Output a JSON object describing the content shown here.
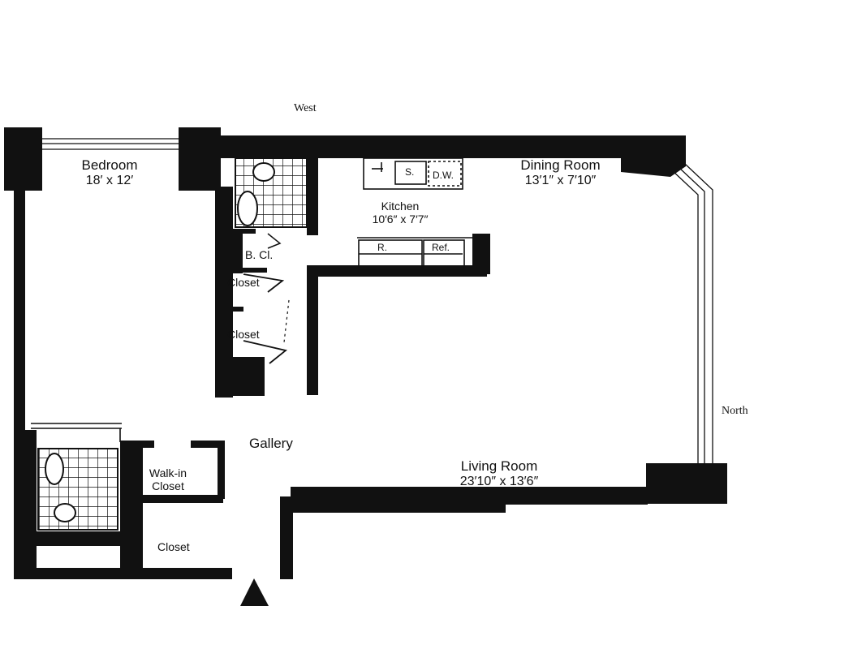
{
  "compass": {
    "west": "West",
    "north": "North"
  },
  "rooms": {
    "bedroom": {
      "name": "Bedroom",
      "dims": "18′ x 12′"
    },
    "dining_room": {
      "name": "Dining Room",
      "dims": "13′1″ x 7′10″"
    },
    "kitchen": {
      "name": "Kitchen",
      "dims": "10′6″ x 7′7″"
    },
    "living_room": {
      "name": "Living Room",
      "dims": "23′10″ x 13′6″"
    },
    "gallery": {
      "name": "Gallery"
    },
    "walk_in_closet": {
      "name_line1": "Walk-in",
      "name_line2": "Closet"
    },
    "closet_upper": "Closet",
    "closet_middle": "Closet",
    "closet_lower": "Closet",
    "bath_closet": "B. Cl."
  },
  "fixtures": {
    "sink": "S.",
    "dishwasher": "D.W.",
    "range": "R.",
    "refrigerator": "Ref."
  },
  "entry_marker_icon": "entry-arrow-icon",
  "colors": {
    "wall": "#111111",
    "background": "#ffffff"
  }
}
